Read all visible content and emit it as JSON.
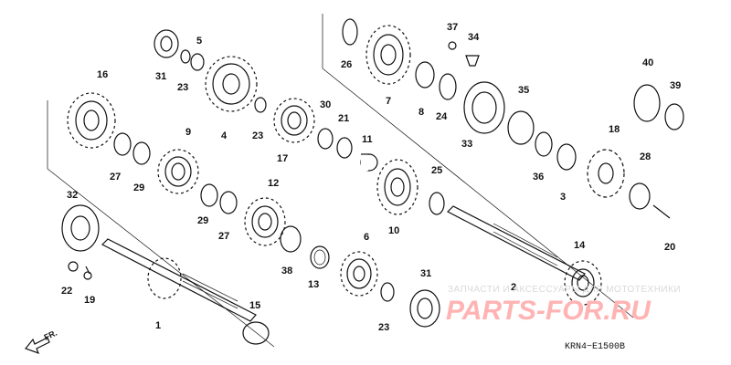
{
  "diagram": {
    "parts": [
      {
        "id": "p1",
        "label": "1"
      },
      {
        "id": "p2",
        "label": "2"
      },
      {
        "id": "p3",
        "label": "3"
      },
      {
        "id": "p4",
        "label": "4"
      },
      {
        "id": "p5",
        "label": "5"
      },
      {
        "id": "p6",
        "label": "6"
      },
      {
        "id": "p7",
        "label": "7"
      },
      {
        "id": "p8",
        "label": "8"
      },
      {
        "id": "p9",
        "label": "9"
      },
      {
        "id": "p10",
        "label": "10"
      },
      {
        "id": "p11",
        "label": "11"
      },
      {
        "id": "p12",
        "label": "12"
      },
      {
        "id": "p13",
        "label": "13"
      },
      {
        "id": "p14",
        "label": "14"
      },
      {
        "id": "p15",
        "label": "15"
      },
      {
        "id": "p16",
        "label": "16"
      },
      {
        "id": "p17",
        "label": "17"
      },
      {
        "id": "p18",
        "label": "18"
      },
      {
        "id": "p19",
        "label": "19"
      },
      {
        "id": "p20",
        "label": "20"
      },
      {
        "id": "p21",
        "label": "21"
      },
      {
        "id": "p22",
        "label": "22"
      },
      {
        "id": "p23a",
        "label": "23"
      },
      {
        "id": "p23b",
        "label": "23"
      },
      {
        "id": "p23c",
        "label": "23"
      },
      {
        "id": "p24",
        "label": "24"
      },
      {
        "id": "p25",
        "label": "25"
      },
      {
        "id": "p26",
        "label": "26"
      },
      {
        "id": "p27a",
        "label": "27"
      },
      {
        "id": "p27b",
        "label": "27"
      },
      {
        "id": "p28",
        "label": "28"
      },
      {
        "id": "p29a",
        "label": "29"
      },
      {
        "id": "p29b",
        "label": "29"
      },
      {
        "id": "p30",
        "label": "30"
      },
      {
        "id": "p31a",
        "label": "31"
      },
      {
        "id": "p31b",
        "label": "31"
      },
      {
        "id": "p32",
        "label": "32"
      },
      {
        "id": "p33",
        "label": "33"
      },
      {
        "id": "p34",
        "label": "34"
      },
      {
        "id": "p35",
        "label": "35"
      },
      {
        "id": "p36",
        "label": "36"
      },
      {
        "id": "p37",
        "label": "37"
      },
      {
        "id": "p38",
        "label": "38"
      },
      {
        "id": "p39",
        "label": "39"
      },
      {
        "id": "p40",
        "label": "40"
      }
    ],
    "direction_label": "FR.",
    "diagram_code": "KRN4−E1500B",
    "watermark_text": "ЗАПЧАСТИ И АКСЕССУАРЫ ДЛЯ МОТОТЕХНИКИ",
    "watermark_brand": "PARTS-FOR.RU"
  }
}
